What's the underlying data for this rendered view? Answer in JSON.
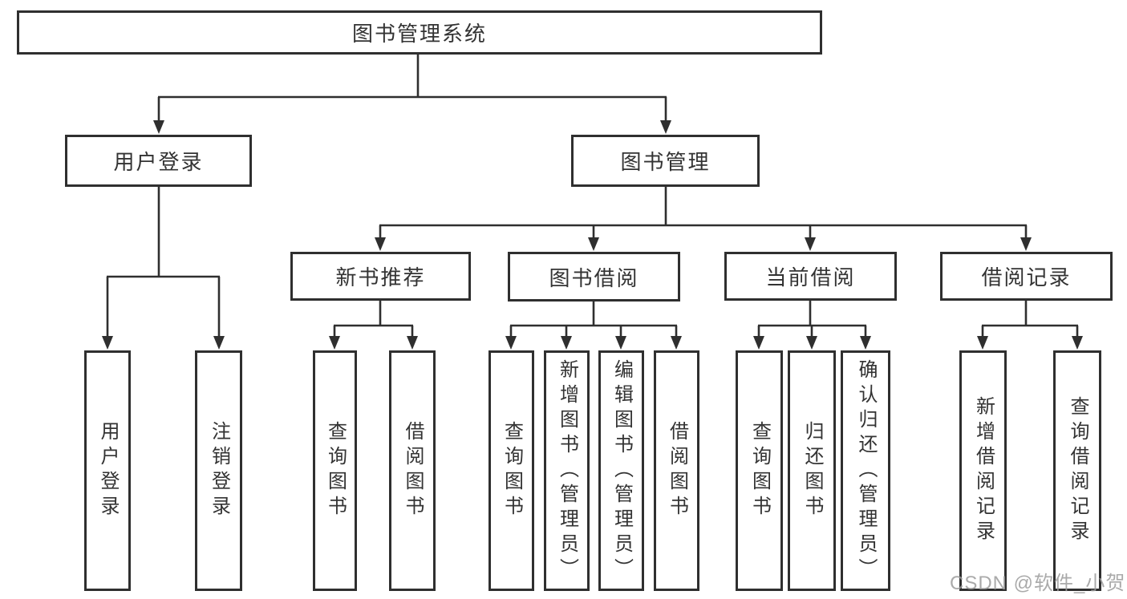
{
  "diagram": {
    "title": "图书管理系统",
    "user_login": {
      "label": "用户登录",
      "children": [
        {
          "label": "用户登录"
        },
        {
          "label": "注销登录"
        }
      ]
    },
    "book_mgmt": {
      "label": "图书管理",
      "sections": [
        {
          "label": "新书推荐",
          "children": [
            {
              "label": "查询图书"
            },
            {
              "label": "借阅图书"
            }
          ]
        },
        {
          "label": "图书借阅",
          "children": [
            {
              "label": "查询图书"
            },
            {
              "label": "新增图书（管理员）"
            },
            {
              "label": "编辑图书（管理员）"
            },
            {
              "label": "借阅图书"
            }
          ]
        },
        {
          "label": "当前借阅",
          "children": [
            {
              "label": "查询图书"
            },
            {
              "label": "归还图书"
            },
            {
              "label": "确认归还（管理员）"
            }
          ]
        },
        {
          "label": "借阅记录",
          "children": [
            {
              "label": "新增借阅记录"
            },
            {
              "label": "查询借阅记录"
            }
          ]
        }
      ]
    }
  },
  "watermark": "CSDN @软件_小贺同学",
  "colors": {
    "line": "#2f2f2f",
    "border": "#2f2f2f",
    "text": "#333333",
    "watermark": "#9b9b9b",
    "background": "#ffffff"
  }
}
